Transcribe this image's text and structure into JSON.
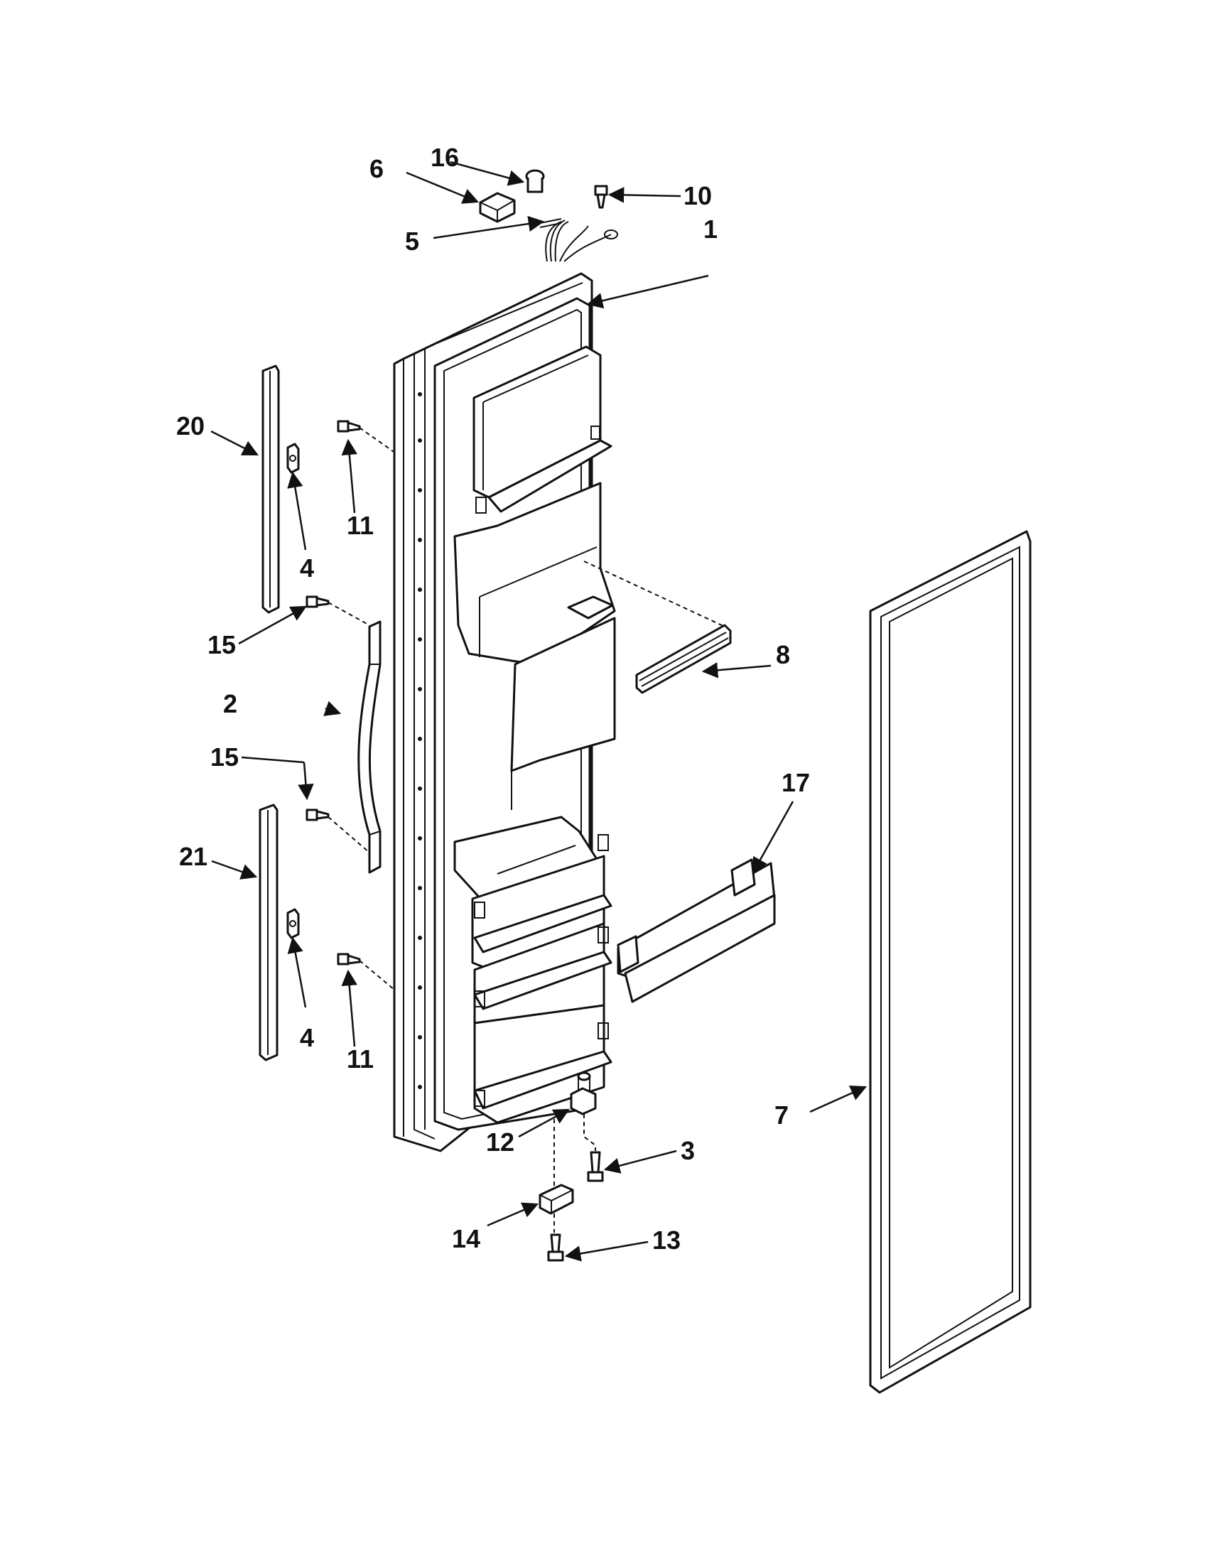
{
  "callouts": {
    "c1": "1",
    "c2": "2",
    "c3": "3",
    "c4a": "4",
    "c4b": "4",
    "c5": "5",
    "c6": "6",
    "c7": "7",
    "c8": "8",
    "c10": "10",
    "c11a": "11",
    "c11b": "11",
    "c12": "12",
    "c13": "13",
    "c14": "14",
    "c15a": "15",
    "c15b": "15",
    "c16": "16",
    "c17": "17",
    "c20": "20",
    "c21": "21"
  }
}
